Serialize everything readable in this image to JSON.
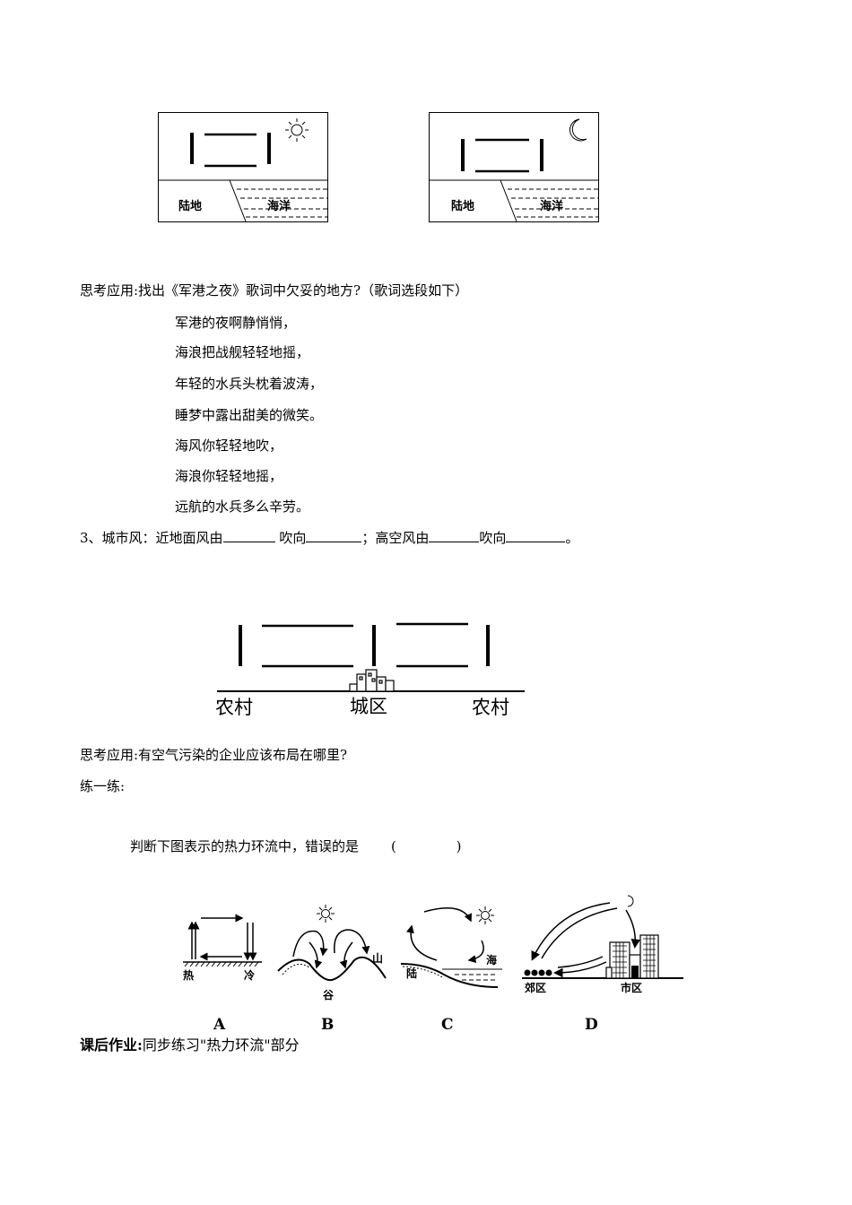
{
  "figure1": {
    "day": {
      "land": "陆地",
      "sea": "海洋"
    },
    "night": {
      "land": "陆地",
      "sea": "海洋"
    }
  },
  "q1": {
    "prompt": "思考应用:找出《军港之夜》歌词中欠妥的地方?（歌词选段如下）",
    "lyrics": [
      "军港的夜啊静悄悄，",
      "海浪把战舰轻轻地摇，",
      "年轻的水兵头枕着波涛，",
      "睡梦中露出甜美的微笑。",
      "海风你轻轻地吹，",
      "海浪你轻轻地摇，",
      "远航的水兵多么辛劳。"
    ]
  },
  "q3": {
    "p1": "3、城市风：近地面风由",
    "p2": " 吹向",
    "p3": "；高空风由",
    "p4": "吹向",
    "p5": "。"
  },
  "figure2": {
    "left": "农村",
    "center": "城区",
    "right": "农村"
  },
  "q2": "思考应用:有空气污染的企业应该布局在哪里?",
  "practice": "练一练:",
  "question": {
    "text": "判断下图表示的热力环流中，错误的是",
    "paren": "(              )"
  },
  "figure3": {
    "A": {
      "hot": "热",
      "cold": "冷",
      "label": "A"
    },
    "B": {
      "mountain": "山",
      "valley": "谷",
      "label": "B"
    },
    "C": {
      "land": "陆",
      "sea": "海",
      "label": "C"
    },
    "D": {
      "suburb": "郊区",
      "city": "市区",
      "label": "D"
    }
  },
  "homework": {
    "label": "课后作业:",
    "text": "同步练习\"热力环流\"部分"
  }
}
